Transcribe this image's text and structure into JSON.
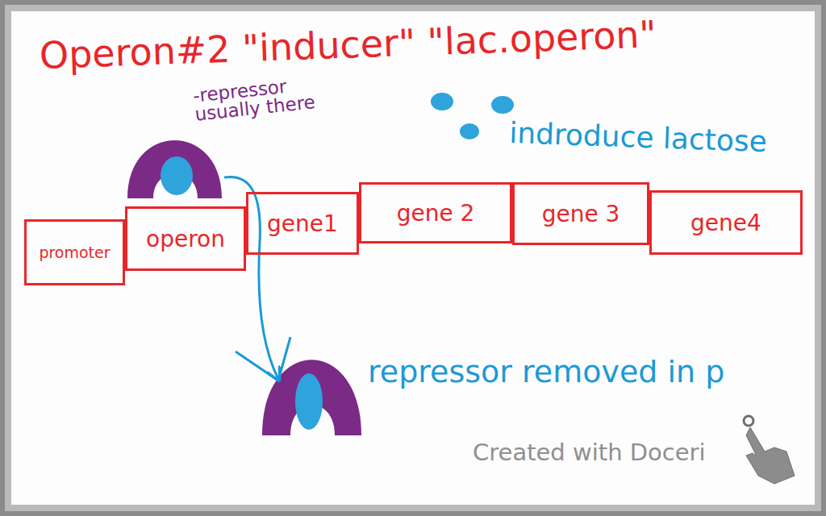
{
  "diagram": {
    "title": "Operon#2 \"inducer\" \"lac.operon\"",
    "nodes": [
      {
        "text": [
          "promoter"
        ]
      },
      {
        "text": [
          "operon"
        ]
      },
      {
        "text": [
          "gene1"
        ]
      },
      {
        "text": [
          "gene 2"
        ]
      },
      {
        "text": [
          "gene 3"
        ]
      },
      {
        "text": [
          "gene4"
        ]
      }
    ],
    "labels": [
      "-repressor usually there",
      "indroduce lactose",
      "repressor removed in p",
      "Created with Doceri"
    ]
  }
}
